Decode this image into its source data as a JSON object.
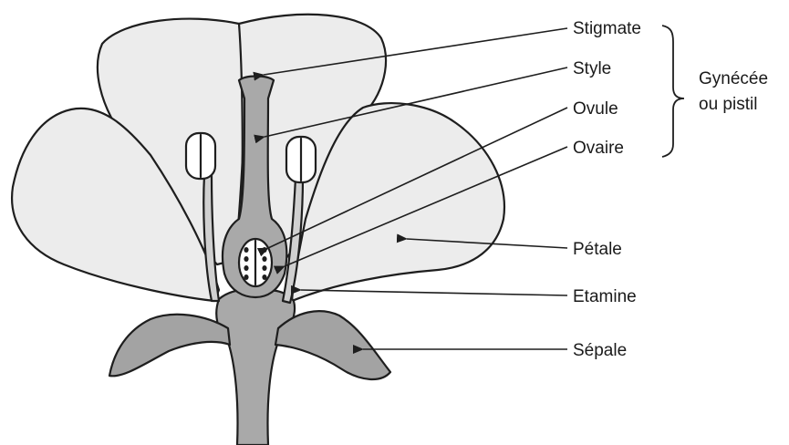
{
  "labels": {
    "stigmate": "Stigmate",
    "style": "Style",
    "ovule": "Ovule",
    "ovaire": "Ovaire",
    "gynecee_line1": "Gynécée",
    "gynecee_line2": "ou pistil",
    "petale": "Pétale",
    "etamine": "Etamine",
    "sepale": "Sépale"
  },
  "colors": {
    "petal_fill": "#ececec",
    "pistil_fill": "#a9a9a9",
    "sepal_fill": "#a3a3a3",
    "outline": "#1e1e1e",
    "background": "#ffffff"
  }
}
